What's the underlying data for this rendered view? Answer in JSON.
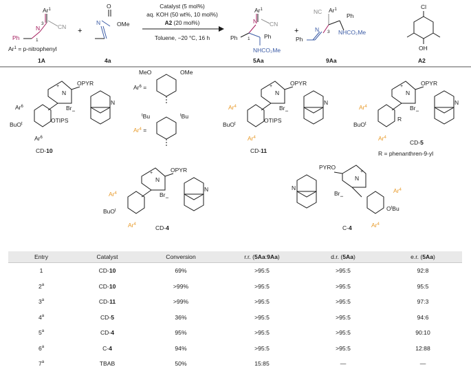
{
  "scheme": {
    "substrate": {
      "ar1": "Ar",
      "ar1_sup": "1",
      "cn": "CN",
      "ph": "Ph",
      "n": "N",
      "pos3": "3",
      "pos1": "1",
      "ar1_def": "Ar",
      "ar1_def_sup": "1",
      "ar1_def_rest": " = p-nitrophenyl",
      "label": "1A"
    },
    "plus1": "+",
    "imine": {
      "o": "O",
      "n": "N",
      "ome": "OMe",
      "label": "4a"
    },
    "conditions": {
      "line1": "Catalyst (5 mol%)",
      "line2": "aq. KOH (50 wt%, 10 mol%)",
      "line3_bold": "A2",
      "line3_rest": " (20 mol%)",
      "line4": "Toluene, −20 °C, 16 h"
    },
    "product_5aa": {
      "ar1": "Ar",
      "ar1_sup": "1",
      "n": "N",
      "cn": "CN",
      "ph1": "Ph",
      "ph2": "Ph",
      "pos1": "1",
      "nhco2me": "NHCO₂Me",
      "label": "5Aa"
    },
    "plus2": "+",
    "product_9aa": {
      "nc": "NC",
      "ar1": "Ar",
      "ar1_sup": "1",
      "ph1": "Ph",
      "n": "N",
      "pos3": "3",
      "nhco2me": "NHCO₂Me",
      "ph2": "Ph",
      "label": "9Aa"
    },
    "additive": {
      "cl": "Cl",
      "oh": "OH",
      "label": "A2"
    }
  },
  "catalysts": {
    "cd10": {
      "opyr": "OPYR",
      "n_plus": "N",
      "plus": "+",
      "br": "Br",
      "minus": "−",
      "n_quin": "N",
      "ar6_top": "Ar",
      "ar6_top_sup": "6",
      "ar6_bot": "Ar",
      "ar6_bot_sup": "6",
      "buo": "BuO",
      "buo_sup": "t",
      "otips": "OTIPS",
      "label_prefix": "CD-",
      "label_num": "10"
    },
    "ar_defs": {
      "ar6": "Ar",
      "ar6_sup": "6",
      "eq1": " =",
      "meo": "MeO",
      "ome": "OMe",
      "ar4": "Ar",
      "ar4_sup": "4",
      "eq2": " =",
      "tbu1": "Bu",
      "tbu1_sup": "t",
      "tbu2": "Bu",
      "tbu2_sup": "t"
    },
    "cd11": {
      "opyr": "OPYR",
      "n_plus": "N",
      "plus": "+",
      "br": "Br",
      "minus": "−",
      "n_quin": "N",
      "ar4_top": "Ar",
      "ar4_top_sup": "4",
      "ar4_bot": "Ar",
      "ar4_bot_sup": "4",
      "buo": "BuO",
      "buo_sup": "t",
      "otips": "OTIPS",
      "label_prefix": "CD-",
      "label_num": "11"
    },
    "cd5": {
      "opyr": "OPYR",
      "n_plus": "N",
      "plus": "+",
      "br": "Br",
      "minus": "−",
      "n_quin": "N",
      "ar4_top": "Ar",
      "ar4_top_sup": "4",
      "ar4_bot": "Ar",
      "ar4_bot_sup": "4",
      "buo": "BuO",
      "buo_sup": "t",
      "r": "R",
      "label_prefix": "CD-",
      "label_num": "5",
      "r_def": "R = phenanthren-9-yl"
    },
    "cd4": {
      "opyr": "OPYR",
      "n_plus": "N",
      "plus": "+",
      "br": "Br",
      "minus": "−",
      "n_quin": "N",
      "ar4_top": "Ar",
      "ar4_top_sup": "4",
      "ar4_bot": "Ar",
      "ar4_bot_sup": "4",
      "buo": "BuO",
      "buo_sup": "t",
      "label_prefix": "CD-",
      "label_num": "4"
    },
    "c4": {
      "pyro": "PYRO",
      "n_plus": "N",
      "plus": "+",
      "br": "Br",
      "minus": "−",
      "n_quin": "N",
      "ar4_top": "Ar",
      "ar4_top_sup": "4",
      "ar4_bot": "Ar",
      "ar4_bot_sup": "4",
      "obu": "O",
      "obu_sup": "t",
      "obu_rest": "Bu",
      "label_prefix": "C-",
      "label_num": "4"
    }
  },
  "table": {
    "headers": {
      "entry": "Entry",
      "catalyst": "Catalyst",
      "conversion": "Conversion",
      "rr_pre": "r.r. (",
      "rr_bold": "5Aa",
      "rr_mid": ":",
      "rr_bold2": "9Aa",
      "rr_post": ")",
      "dr_pre": "d.r. (",
      "dr_bold": "5Aa",
      "dr_post": ")",
      "er_pre": "e.r. (",
      "er_bold": "5Aa",
      "er_post": ")"
    },
    "rows": [
      {
        "entry": "1",
        "sup": "",
        "cat_prefix": "CD-",
        "cat_bold": "10",
        "conversion": "69%",
        "rr": ">95:5",
        "dr": ">95:5",
        "er": "92:8"
      },
      {
        "entry": "2",
        "sup": "a",
        "cat_prefix": "CD-",
        "cat_bold": "10",
        "conversion": ">99%",
        "rr": ">95:5",
        "dr": ">95:5",
        "er": "95:5"
      },
      {
        "entry": "3",
        "sup": "a",
        "cat_prefix": "CD-",
        "cat_bold": "11",
        "conversion": ">99%",
        "rr": ">95:5",
        "dr": ">95:5",
        "er": "97:3"
      },
      {
        "entry": "4",
        "sup": "a",
        "cat_prefix": "CD-",
        "cat_bold": "5",
        "conversion": "36%",
        "rr": ">95:5",
        "dr": ">95:5",
        "er": "94:6"
      },
      {
        "entry": "5",
        "sup": "a",
        "cat_prefix": "CD-",
        "cat_bold": "4",
        "conversion": "95%",
        "rr": ">95:5",
        "dr": ">95:5",
        "er": "90:10"
      },
      {
        "entry": "6",
        "sup": "a",
        "cat_prefix": "C-",
        "cat_bold": "4",
        "conversion": "94%",
        "rr": ">95:5",
        "dr": ">95:5",
        "er": "12:88"
      },
      {
        "entry": "7",
        "sup": "a",
        "cat_prefix": "TBAB",
        "cat_bold": "",
        "conversion": "50%",
        "rr": "15:85",
        "dr": "—",
        "er": "—"
      }
    ]
  },
  "colors": {
    "text": "#1a1a1a",
    "magenta": "#a3195b",
    "blue": "#3b5ba5",
    "orange": "#e89a2a",
    "gray": "#8a8a8a",
    "header_bg": "#e9e9e9"
  }
}
